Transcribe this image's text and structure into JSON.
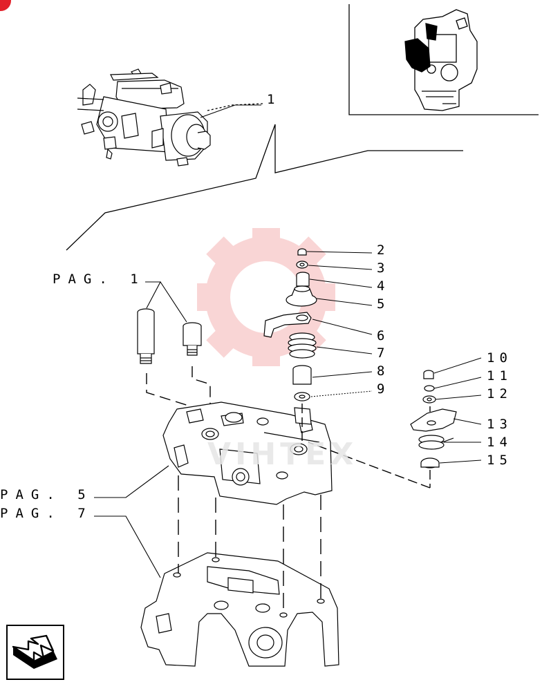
{
  "page_refs": [
    {
      "id": "pag-1",
      "text": "PAG. 1"
    },
    {
      "id": "pag-5",
      "text": "PAG. 5"
    },
    {
      "id": "pag-7",
      "text": "PAG. 7"
    }
  ],
  "callouts": [
    "1",
    "2",
    "3",
    "4",
    "5",
    "6",
    "7",
    "8",
    "9",
    "10",
    "11",
    "12",
    "13",
    "14",
    "15"
  ],
  "watermark_text": "VIHTEX",
  "colors": {
    "watermark": "#f5b3b3",
    "badge": "#e2202a",
    "line": "#000000"
  },
  "nav_icon": "return-arrow-icon"
}
